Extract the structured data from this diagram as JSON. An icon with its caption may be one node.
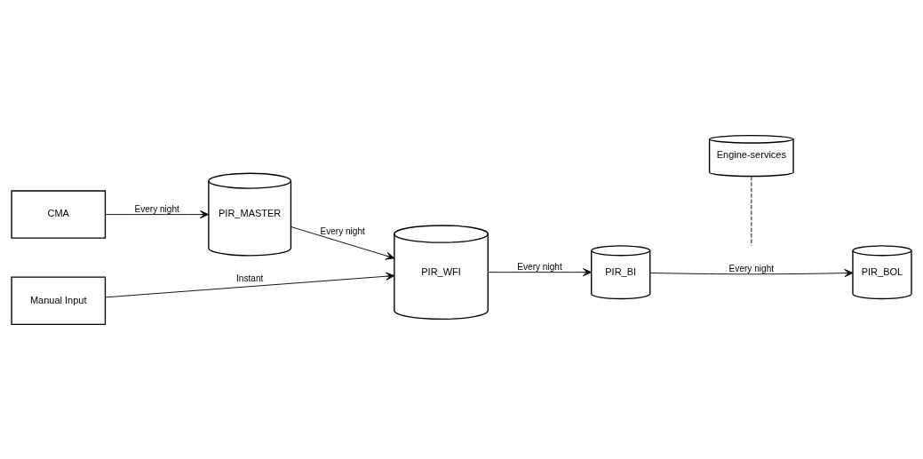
{
  "diagram": {
    "nodes": [
      {
        "text": [
          "CMA"
        ]
      },
      {
        "text": [
          "PIR_MASTER"
        ]
      },
      {
        "text": [
          "Manual Input"
        ]
      },
      {
        "text": [
          "PIR_WFI"
        ]
      },
      {
        "text": [
          "PIR_BI"
        ]
      },
      {
        "text": [
          "Engine-services"
        ]
      },
      {
        "text": [
          "PIR_BOL"
        ]
      }
    ],
    "edges": [
      {
        "from": 0,
        "to": 1,
        "arrow": "to",
        "label": "Every night"
      },
      {
        "from": 1,
        "to": 3,
        "arrow": "to",
        "label": "Every night"
      },
      {
        "from": 2,
        "to": 3,
        "arrow": "to",
        "label": "Instant"
      },
      {
        "from": 3,
        "to": 4,
        "arrow": "to",
        "label": "Every night"
      },
      {
        "from": 4,
        "to": 6,
        "arrow": "to",
        "label": "Every night"
      },
      {
        "from": 5,
        "to": null,
        "arrow": "none",
        "style": "dashed"
      }
    ]
  }
}
